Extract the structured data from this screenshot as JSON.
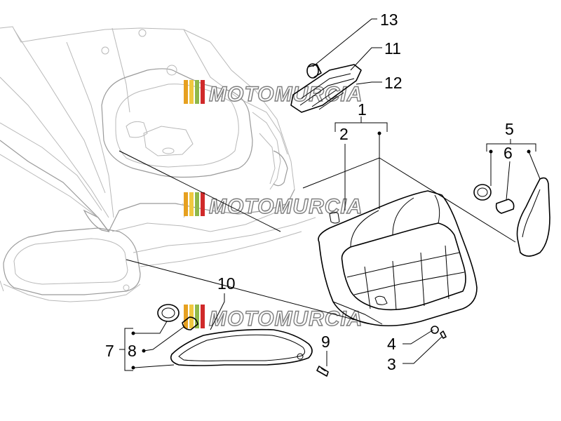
{
  "watermark": {
    "text": "MOTOMURCIA",
    "stripe_colors": [
      "#e6a020",
      "#f0c840",
      "#8fb84a",
      "#d02a2a"
    ]
  },
  "callouts": {
    "n1": "1",
    "n2": "2",
    "n3": "3",
    "n4": "4",
    "n5": "5",
    "n6": "6",
    "n7": "7",
    "n8": "8",
    "n9": "9",
    "n10": "10",
    "n11": "11",
    "n12": "12",
    "n13": "13"
  }
}
